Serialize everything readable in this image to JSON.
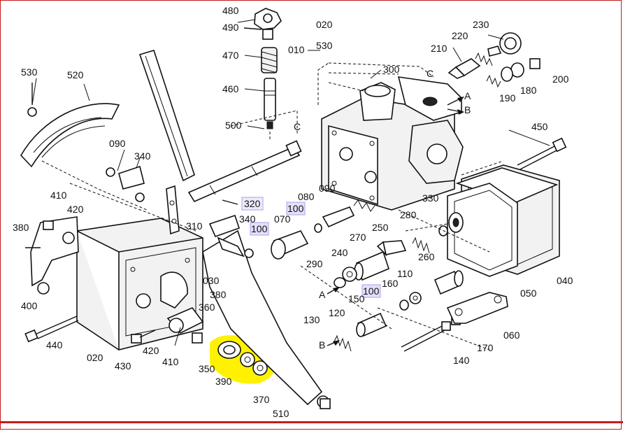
{
  "diagram": {
    "labels": {
      "p480": "480",
      "p490": "490",
      "p470": "470",
      "p460": "460",
      "p500": "500",
      "c_top": "C",
      "p020a": "020",
      "p010": "010",
      "p530b": "530",
      "p300": "300",
      "c_mid": "C",
      "p230": "230",
      "p220": "220",
      "p210": "210",
      "p200": "200",
      "p180": "180",
      "p190": "190",
      "a_top": "A",
      "b_top": "B",
      "p530": "530",
      "p520": "520",
      "p090a": "090",
      "p340a": "340",
      "p450": "450",
      "p410a": "410",
      "p420a": "420",
      "p380a": "380",
      "p400": "400",
      "p320": "320",
      "p310": "310",
      "p080": "080",
      "p090b": "090",
      "p100a": "100",
      "p070": "070",
      "p340b": "340",
      "p100b": "100",
      "p330": "330",
      "p280": "280",
      "p270": "270",
      "p250": "250",
      "p260": "260",
      "p040": "040",
      "p050": "050",
      "p290": "290",
      "p240": "240",
      "a_low": "A",
      "p100c": "100",
      "p150": "150",
      "p160": "160",
      "p110": "110",
      "p380b": "380",
      "p030": "030",
      "p360": "360",
      "p440": "440",
      "p020": "020",
      "p420b": "420",
      "p410b": "410",
      "p430": "430",
      "p350": "350",
      "p390": "390",
      "p130": "130",
      "p120": "120",
      "b_low": "B",
      "p060": "060",
      "p170": "170",
      "p140": "140",
      "p370": "370",
      "p510": "510"
    },
    "highlight_color": "#fff200",
    "box_color": "#a9a2e6",
    "frame_color": "#c41a1a"
  }
}
